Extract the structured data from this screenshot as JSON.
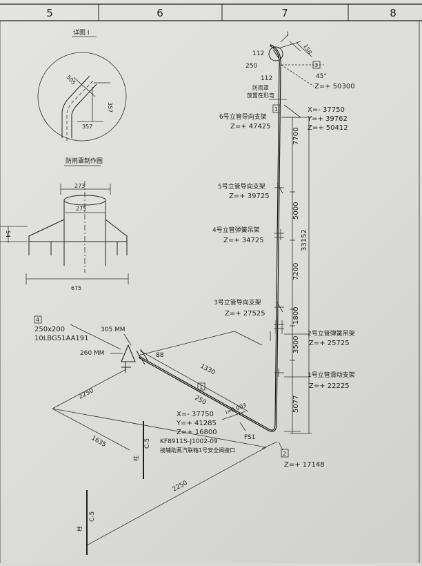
{
  "border": {
    "columns": [
      "5",
      "6",
      "7",
      "8"
    ]
  },
  "detail_i": {
    "title": "详图 I",
    "dims": {
      "diag": "505",
      "vert": "357",
      "horiz": "357"
    }
  },
  "rain_cover": {
    "title": "防雨罩制作图",
    "dims": {
      "outer": "273",
      "inner": "275",
      "height": "54",
      "width": "675"
    }
  },
  "top": {
    "label_i": "I",
    "dim_112a": "112",
    "dim_250": "250",
    "dim_112b": "112",
    "dim_158": "158",
    "callout_3": "3",
    "angle": "45°",
    "z": "Z=+ 50300",
    "rain_cover_note_1": "防雨罩",
    "rain_cover_note_2": "放置在形弯",
    "callout_1": "1",
    "x": "X=-  37750",
    "y": "Y=+  39762",
    "z2": "Z=+ 50412"
  },
  "supports": [
    {
      "name": "6号立管导向支架",
      "z": "Z=+ 47425"
    },
    {
      "name": "5号立管导向支架",
      "z": "Z=+ 39725"
    },
    {
      "name": "4号立管弹簧吊架",
      "z": "Z=+ 34725"
    },
    {
      "name": "3号立管导向支架",
      "z": "Z=+ 27525"
    },
    {
      "name": "2号立管弹簧吊架",
      "z": "Z=+ 25725"
    },
    {
      "name": "1号立管滑动支架",
      "z": "Z=+  22225"
    }
  ],
  "vertical_dims": [
    "7700",
    "5000",
    "7200",
    "1800",
    "3500",
    "5077"
  ],
  "total_dim": "33152",
  "elbow": {
    "callout_2": "2",
    "z": "Z=+ 17148"
  },
  "left": {
    "callout_4": "4",
    "size": "250x200",
    "code": "10LBG51AA191",
    "dim_305": "305 MM",
    "dim_260": "260 MM",
    "dim_88": "88"
  },
  "horizontal": {
    "dim_1330": "1330",
    "callout_1": "1",
    "dim_250": "250",
    "slope": "i=0.003",
    "fs1": "FS1",
    "x": "X=-  37750",
    "y": "Y=+  41285",
    "z": "Z=+  16800",
    "ref": "KF8911S-J1002-09",
    "note": "接辅助蒸汽联箱1号安全阀接口"
  },
  "grid": {
    "dim_2250a": "2250",
    "dim_1635": "1635",
    "dim_2250b": "2250",
    "c5a": "C-5",
    "c5b": "C-5",
    "col_a": "柱",
    "col_b": "柱"
  }
}
